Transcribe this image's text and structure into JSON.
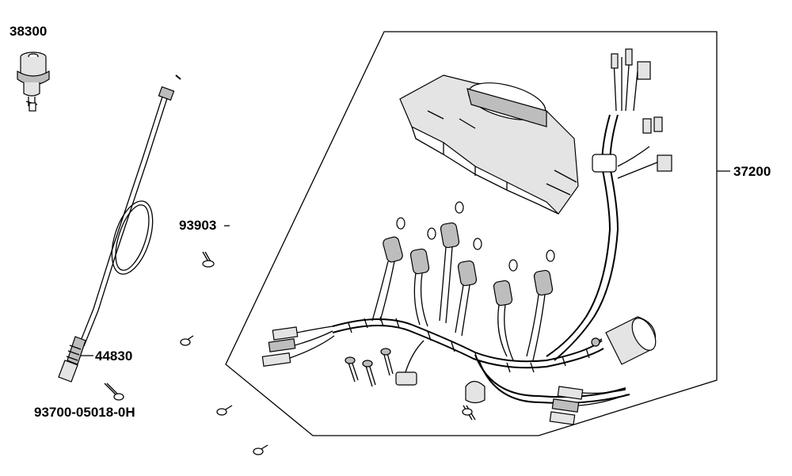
{
  "diagram": {
    "labels": {
      "ignition_switch": "38300",
      "meter_assembly": "37200",
      "screw_small": "93903",
      "speedometer_cable": "44830",
      "screw_cable": "93700-05018-0H"
    }
  }
}
